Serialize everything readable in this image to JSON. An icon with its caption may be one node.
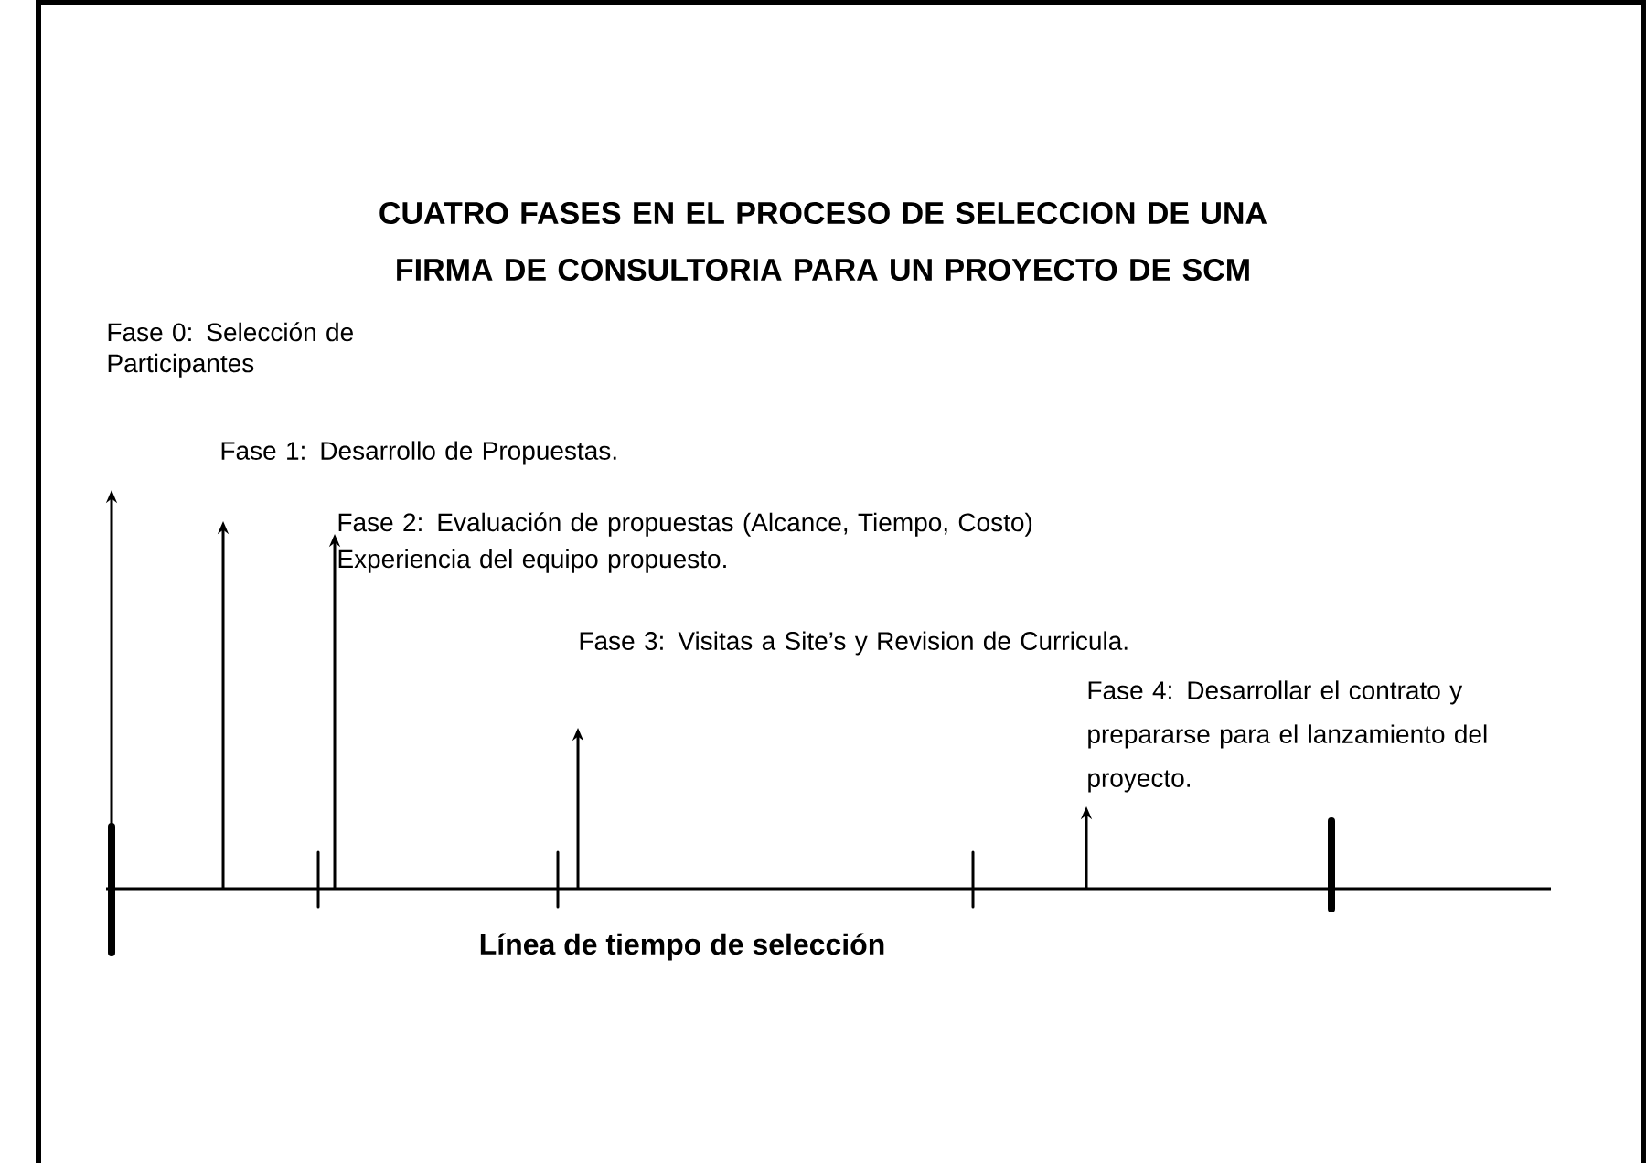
{
  "diagram": {
    "title": "CUATRO FASES EN EL PROCESO DE SELECCION DE UNA FIRMA DE CONSULTORIA PARA UN PROYECTO DE SCM",
    "labels": [
      "Fase 0: Selección de Participantes",
      "Fase 1:  Desarrollo de Propuestas.",
      "Fase 2: Evaluación de propuestas (Alcance, Tiempo, Costo) Experiencia del equipo propuesto.",
      "Fase 3: Visitas a Site’s y Revision de Curricula.",
      "Fase 4: Desarrollar el contrato y prepararse para el lanzamiento del proyecto.",
      "Línea de tiempo de selección"
    ]
  }
}
